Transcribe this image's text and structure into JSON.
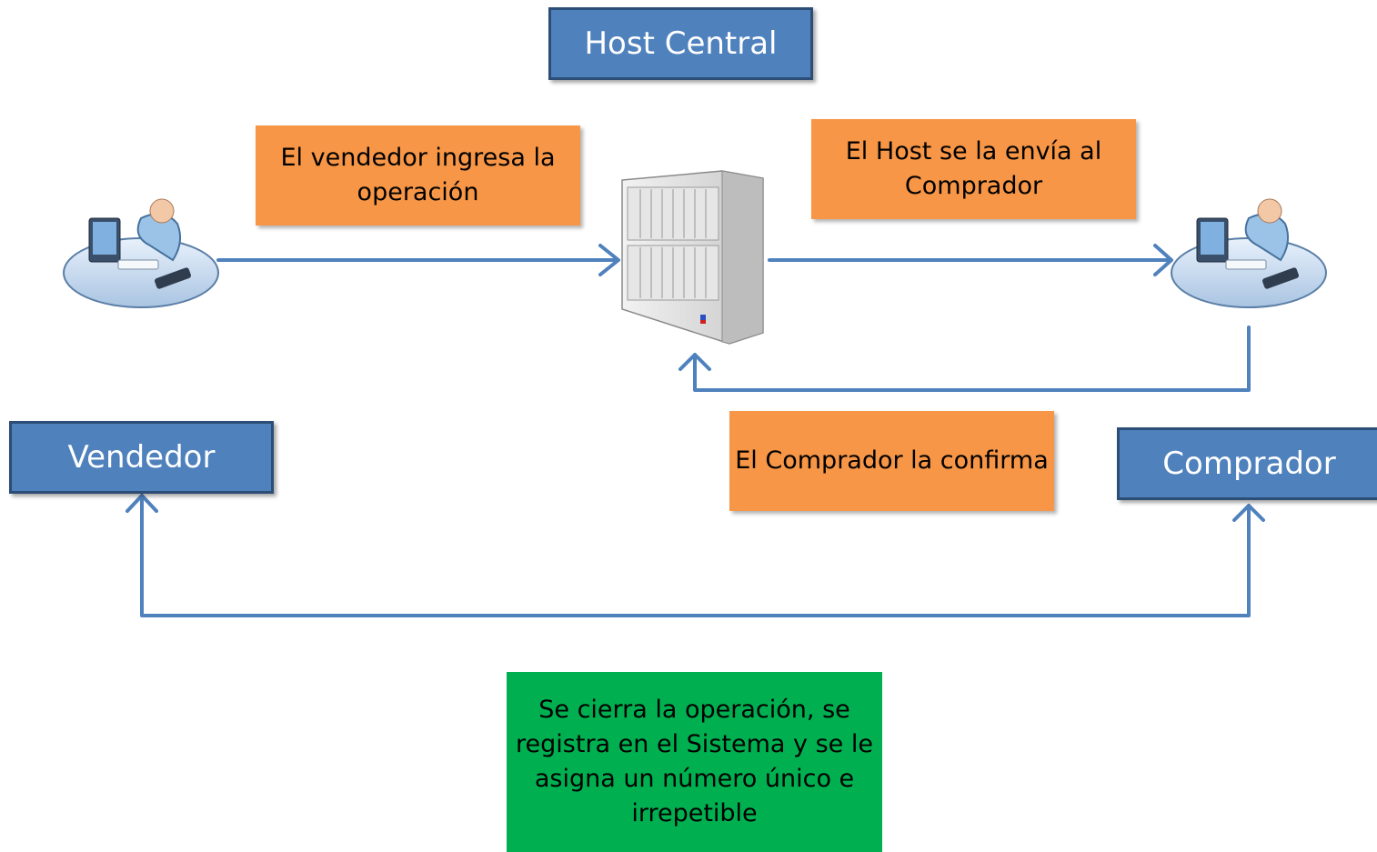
{
  "nodes": {
    "host": "Host Central",
    "vendedor": "Vendedor",
    "comprador": "Comprador"
  },
  "steps": {
    "step1": "El vendedor ingresa la operación",
    "step2": "El Host se la envía al Comprador",
    "step3": "El Comprador la confirma",
    "step4": "Se cierra la operación, se registra en el Sistema y se le asigna un número único e irrepetible"
  },
  "icons": {
    "seller": "person-at-computer-icon",
    "server": "server-icon",
    "buyer": "person-at-computer-icon"
  },
  "colors": {
    "node_fill": "#4f81bd",
    "step_fill": "#f79646",
    "final_fill": "#00b050",
    "connector": "#4f81bd"
  }
}
